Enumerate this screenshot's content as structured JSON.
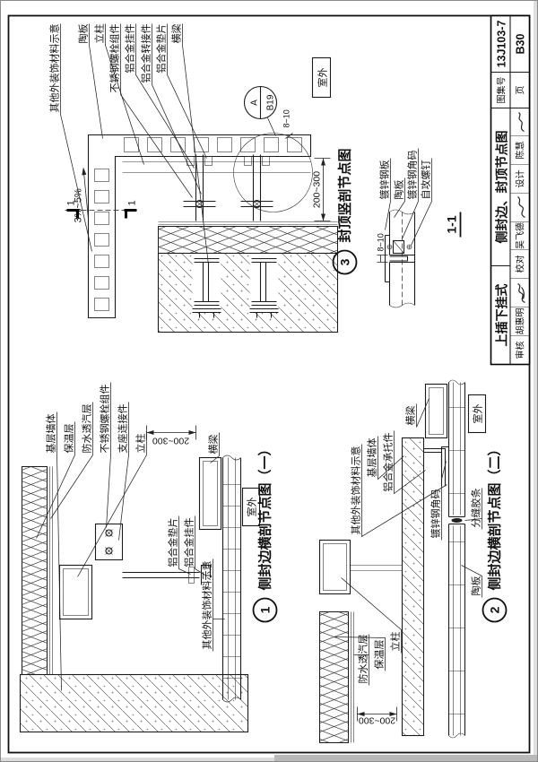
{
  "titleblock": {
    "system_type": "上插下挂式",
    "sheet_title": "侧封边、封顶节点图",
    "atlas_label": "图集号",
    "atlas_no": "13J103-7",
    "page_label": "页",
    "page_no": "B30",
    "reviewer_label": "审核",
    "reviewer_name": "胡惠明",
    "checker_label": "校对",
    "checker_name": "吴飞德",
    "designer_label": "设计",
    "designer_name": "陈慧"
  },
  "detail1": {
    "number": "1",
    "title": "侧封边横剖节点图（一）",
    "labels": [
      "基层墙体",
      "保温层",
      "防水透汽层",
      "不锈钢螺栓组件",
      "支座连接件",
      "立柱",
      "铝合金垫片",
      "铝合金挂件",
      "其他外装饰材料示意",
      "横梁"
    ],
    "dim": "200~300",
    "outdoor": "室外"
  },
  "detail2": {
    "number": "2",
    "title": "侧封边横剖节点图（二）",
    "labels_top": [
      "其他外装饰材料示意",
      "基层墙体",
      "铝合金承托件",
      "横梁"
    ],
    "labels_right": [
      "镀锌钢角码",
      "分缝胶条"
    ],
    "labels_bottom": [
      "防水透汽层",
      "保温层",
      "立柱"
    ],
    "label_panel": "陶板",
    "dim": "200~300",
    "outdoor": "室外"
  },
  "detail3": {
    "number": "3",
    "title": "封顶竖剖节点图",
    "labels": [
      "其他外装饰材料示意",
      "陶板",
      "立柱",
      "不锈钢螺栓组件",
      "铝合金挂件",
      "铝合金转接件",
      "铝合金垫片",
      "横梁"
    ],
    "slope": "3%~5%",
    "dim": "200~300",
    "joint_dim": "8~10",
    "outdoor": "室外",
    "ref_bubble": {
      "top": "A",
      "bottom": "B19"
    },
    "section_no": "1"
  },
  "section11": {
    "title": "1-1",
    "labels": [
      "镀锌钢板",
      "陶板",
      "镀锌钢角码",
      "自攻螺钉"
    ],
    "dim": "8~10"
  }
}
